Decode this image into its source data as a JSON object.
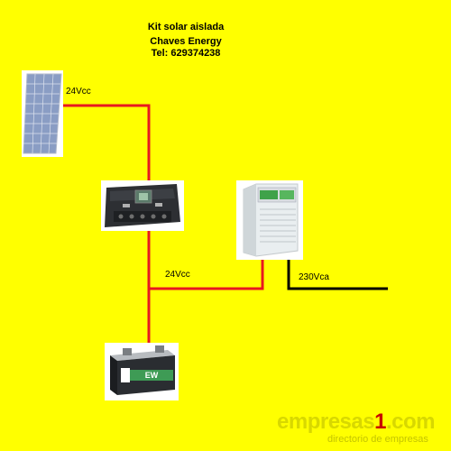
{
  "header": {
    "line1": "Kit solar aislada",
    "line2": "Chaves Energy",
    "line3": "Tel: 629374238"
  },
  "labels": {
    "panel_voltage": "24Vcc",
    "battery_voltage": "24Vcc",
    "ac_output": "230Vca"
  },
  "brand": {
    "prefix": "empresas",
    "number": "1",
    "suffix": ".com",
    "tagline": "directorio de empresas"
  },
  "battery_badge": "EW",
  "colors": {
    "background": "#FFFF00",
    "dc_wire": "#E8181F",
    "ac_wire": "#000000",
    "brand_text": "#D8D800"
  }
}
